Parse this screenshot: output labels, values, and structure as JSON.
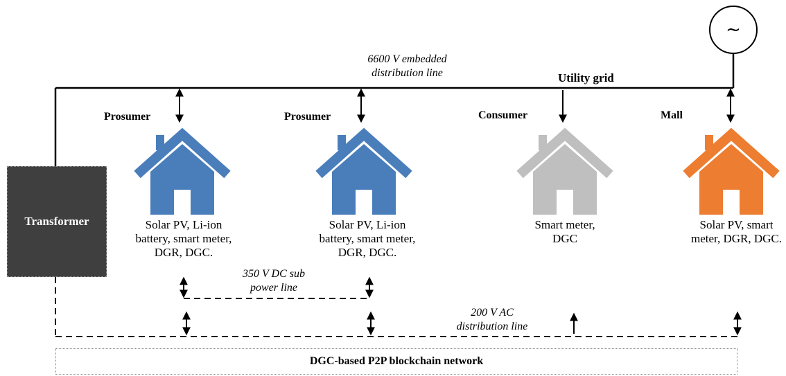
{
  "diagram": {
    "generator_symbol": "~",
    "line_6600_label": "6600 V embedded distribution line",
    "utility_grid_label": "Utility grid",
    "transformer_label": "Transformer",
    "dc_line_label": "350 V DC sub power line",
    "ac_line_label": "200 V AC distribution line",
    "network_label": "DGC-based P2P blockchain network",
    "nodes": [
      {
        "type": "Prosumer",
        "description": "Solar PV, Li-ion battery, smart meter, DGR, DGC.",
        "color": "#4a7ebb"
      },
      {
        "type": "Prosumer",
        "description": "Solar PV, Li-ion battery, smart meter, DGR, DGC.",
        "color": "#4a7ebb"
      },
      {
        "type": "Consumer",
        "description": "Smart meter, DGC",
        "color": "#bfbfbf"
      },
      {
        "type": "Mall",
        "description": "Solar PV, smart meter, DGR, DGC.",
        "color": "#ed7d31"
      }
    ]
  }
}
